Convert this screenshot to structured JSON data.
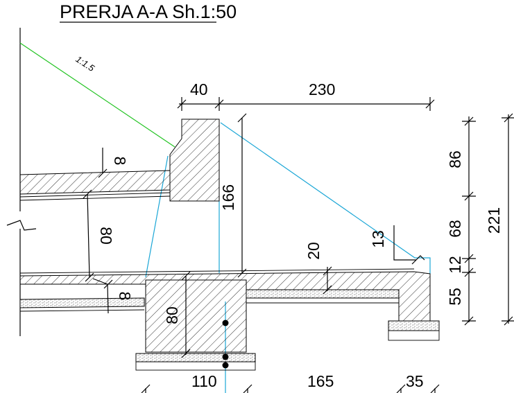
{
  "title": "PRERJA A-A Sh.1:50",
  "slope_label": "1:1.5",
  "dimensions": {
    "top_40": "40",
    "top_230": "230",
    "right_86": "86",
    "right_68": "68",
    "right_12": "12",
    "right_55": "55",
    "right_221": "221",
    "wall_166": "166",
    "slab_20": "20",
    "end_13": "13",
    "foot_80": "80",
    "left_80": "80",
    "left_8_top": "8",
    "left_8_bottom": "8",
    "bottom_110": "110",
    "bottom_165": "165",
    "bottom_35": "35"
  },
  "colors": {
    "outline": "#000000",
    "slope_line": "#22c322",
    "soil_line": "#1aa6d6"
  }
}
